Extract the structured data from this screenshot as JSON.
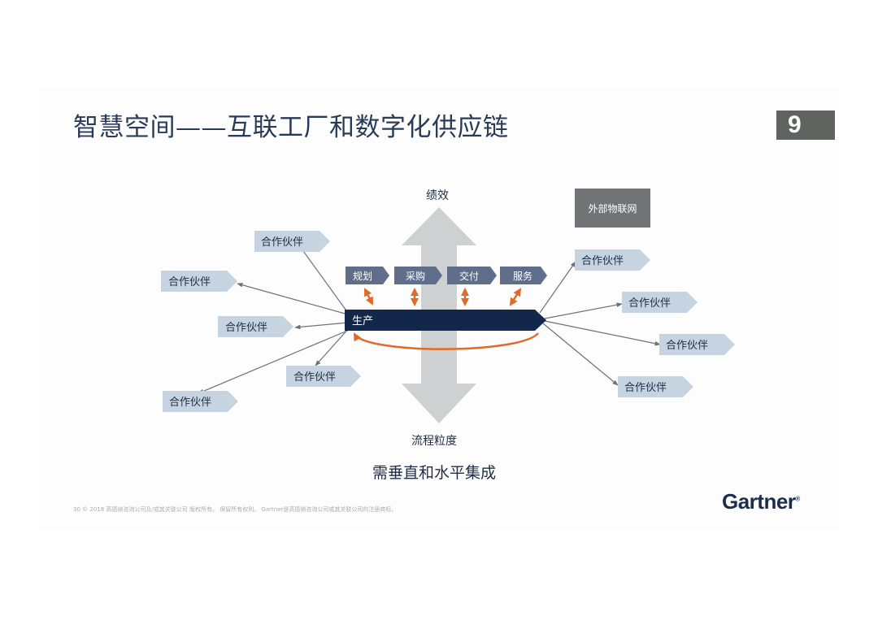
{
  "slide": {
    "title": "智慧空间——互联工厂和数字化供应链",
    "page_number": "9"
  },
  "diagram": {
    "vertical_axis_top": "绩效",
    "vertical_axis_bottom": "流程粒度",
    "central_bar": "生产",
    "process_steps": [
      "规划",
      "采购",
      "交付",
      "服务"
    ],
    "external_box": "外部物联网",
    "partner_label": "合作伙伴",
    "partner_count_left": 5,
    "partner_count_right": 4,
    "caption": "需垂直和水平集成",
    "colors": {
      "central_bar": "#13274a",
      "step_boxes": "#5f6e8b",
      "partner_tags": "#c6d3e1",
      "vertical_arrow": "#cfd0d2",
      "orange_arrows": "#e06a27",
      "external_box": "#707474"
    }
  },
  "footer": {
    "text": "30    © 2018 高德纳咨询公司及/或其关联公司 版权所有。 保留所有权利。 Gartner是高德纳咨询公司或其关联公司的注册商标。",
    "brand": "Gartner",
    "brand_mark": "®"
  }
}
